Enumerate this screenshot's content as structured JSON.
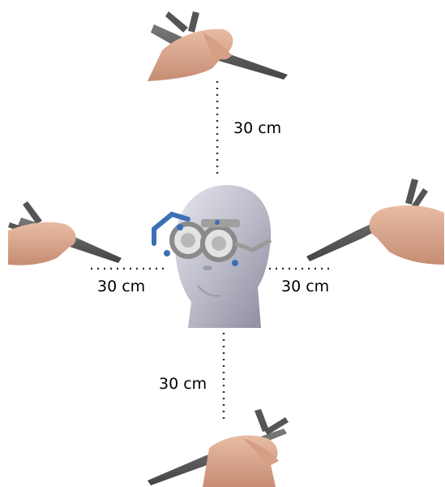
{
  "labels": {
    "top": "30 cm",
    "left": "30 cm",
    "right": "30 cm",
    "bottom": "30 cm"
  },
  "colors": {
    "skin": "#d9a88e",
    "tool": "#5f5f5f",
    "head": "#b9b9c8",
    "frame_accent": "#3c6fb6"
  },
  "icons": [
    "hand-holding-tool-top",
    "hand-holding-tool-left",
    "hand-holding-tool-right",
    "hand-holding-tool-bottom",
    "mannequin-head",
    "trial-frame-glasses"
  ]
}
